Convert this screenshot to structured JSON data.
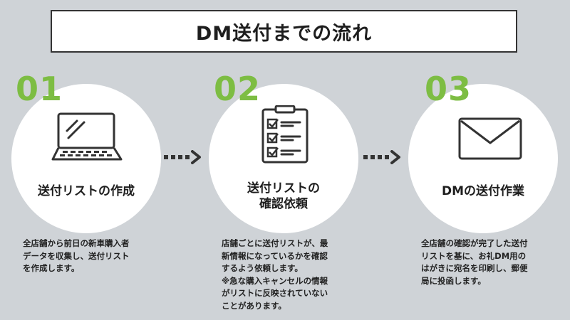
{
  "title": "DM送付までの流れ",
  "steps": [
    {
      "number": "01",
      "label": "送付リストの作成",
      "icon": "laptop-icon",
      "description": "全店舗から前日の新車購入者\nデータを収集し、送付リスト\nを作成します。"
    },
    {
      "number": "02",
      "label": "送付リストの\n確認依頼",
      "icon": "checklist-icon",
      "description": "店舗ごとに送付リストが、最\n新情報になっているかを確認\nするよう依頼します。\n※急な購入キャンセルの情報\nがリストに反映されていない\nことがあります。"
    },
    {
      "number": "03",
      "label": "DMの送付作業",
      "icon": "envelope-icon",
      "description": "全店舗の確認が完了した送付\nリストを基に、お礼DM用の\nはがきに宛名を印刷し、郵便\n局に投函します。"
    }
  ],
  "colors": {
    "background": "#cfd3d7",
    "accent_green": "#7dbd43",
    "circle": "#ffffff",
    "dark": "#333333"
  }
}
